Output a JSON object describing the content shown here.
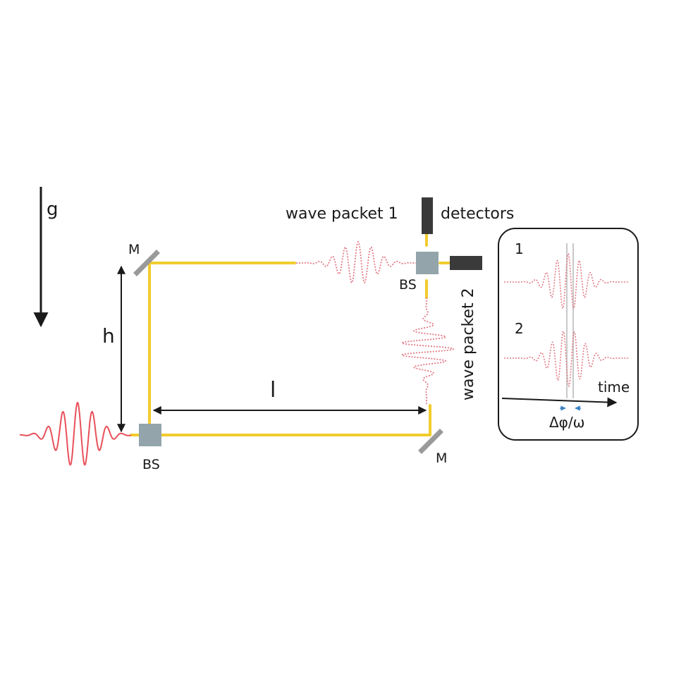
{
  "labels": {
    "gravity": "g",
    "height": "h",
    "length": "l",
    "mirror_top_left": "M",
    "mirror_bottom_right": "M",
    "beam_splitter_input": "BS",
    "beam_splitter_output": "BS",
    "wave_packet_1": "wave packet 1",
    "wave_packet_2": "wave packet 2",
    "detectors": "detectors"
  },
  "inset": {
    "trace_1_label": "1",
    "trace_2_label": "2",
    "time_axis_label": "time",
    "phase_shift_label": "Δφ/ω"
  },
  "colors": {
    "beam": "#f2cc2e",
    "wave_input": "#e8505a",
    "wave_output": "#e07b86",
    "mirror": "#9a9a9a",
    "beam_splitter": "#93a4ab",
    "detector": "#3a3a3a",
    "phase_marker": "#3b82c4"
  }
}
